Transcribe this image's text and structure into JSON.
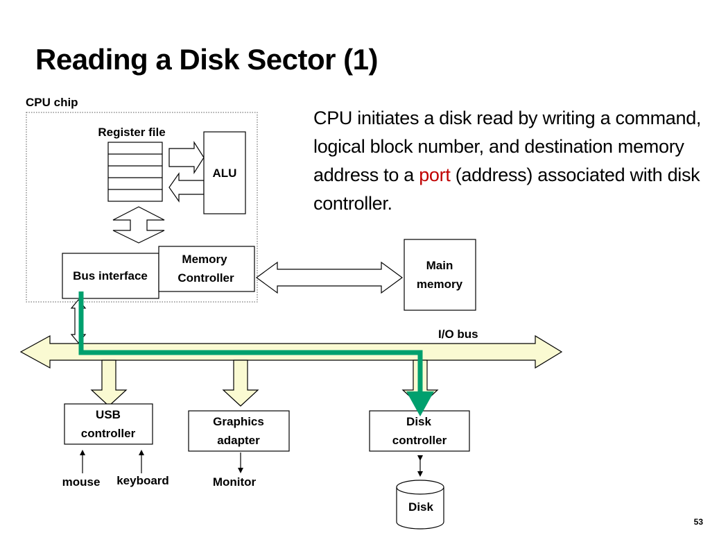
{
  "slide": {
    "title": "Reading a Disk Sector (1)",
    "page_number": "53"
  },
  "description": {
    "before": "CPU initiates a disk read by writing a command, logical block number, and destination memory address to a ",
    "highlight": "port",
    "after": " (address) associated with disk controller."
  },
  "labels": {
    "cpu_chip": "CPU chip",
    "register_file": "Register file",
    "alu": "ALU",
    "bus_interface": "Bus interface",
    "memory_controller_line1": "Memory",
    "memory_controller_line2": "Controller",
    "main_memory_line1": "Main",
    "main_memory_line2": "memory",
    "io_bus": "I/O bus",
    "usb_line1": "USB",
    "usb_line2": "controller",
    "graphics_line1": "Graphics",
    "graphics_line2": "adapter",
    "disk_controller_line1": "Disk",
    "disk_controller_line2": "controller",
    "mouse": "mouse",
    "keyboard": "keyboard",
    "monitor": "Monitor",
    "disk": "Disk"
  },
  "colors": {
    "bus_fill": "#fafad2",
    "data_path": "#00a06e",
    "highlight": "#c00000"
  }
}
